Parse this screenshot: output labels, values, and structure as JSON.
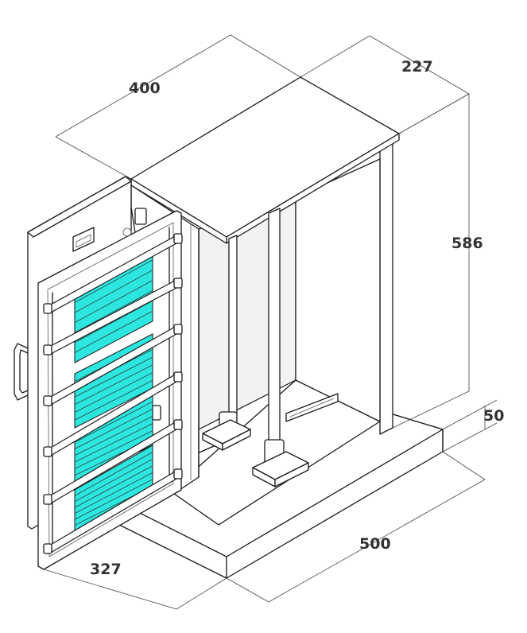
{
  "dimensions": {
    "width_top": "400",
    "depth_top": "227",
    "height": "586",
    "base_height": "50",
    "base_width": "500",
    "door_width": "327"
  },
  "colors": {
    "filter": "#2ee6e0",
    "line": "#1a1a1a",
    "label": "#333333"
  }
}
